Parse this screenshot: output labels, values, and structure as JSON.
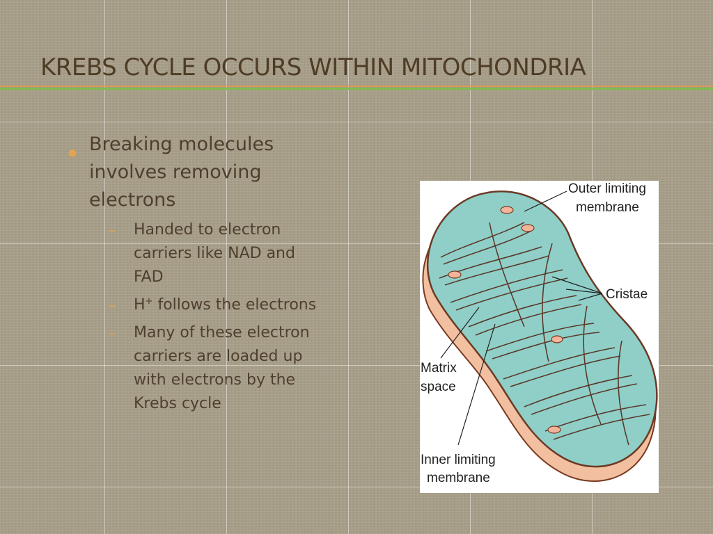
{
  "slide": {
    "title": "KREBS CYCLE OCCURS WITHIN MITOCHONDRIA",
    "bullets": [
      {
        "text_lines": [
          "Breaking molecules",
          "involves removing",
          "electrons"
        ],
        "sub_bullets": [
          {
            "lines": [
              "Handed to electron",
              "carriers like NAD and",
              "FAD"
            ]
          },
          {
            "prefix": "H",
            "sup": "+",
            "suffix": " follows the electrons"
          },
          {
            "lines": [
              "Many of these electron",
              "carriers are loaded up",
              "with electrons by the",
              "Krebs cycle"
            ]
          }
        ]
      }
    ]
  },
  "figure": {
    "labels": {
      "outer_line1": "Outer limiting",
      "outer_line2": "membrane",
      "cristae": "Cristae",
      "matrix_line1": "Matrix",
      "matrix_line2": "space",
      "inner_line1": "Inner limiting",
      "inner_line2": "membrane"
    }
  },
  "colors": {
    "title": "#4e3c25",
    "bullet_accent": "#e2a450",
    "rule_green": "#7fbe4c",
    "rule_orange": "#d99a5c",
    "matrix_teal": "#8fcfc8",
    "outer_membrane": "#f2c0a0"
  }
}
